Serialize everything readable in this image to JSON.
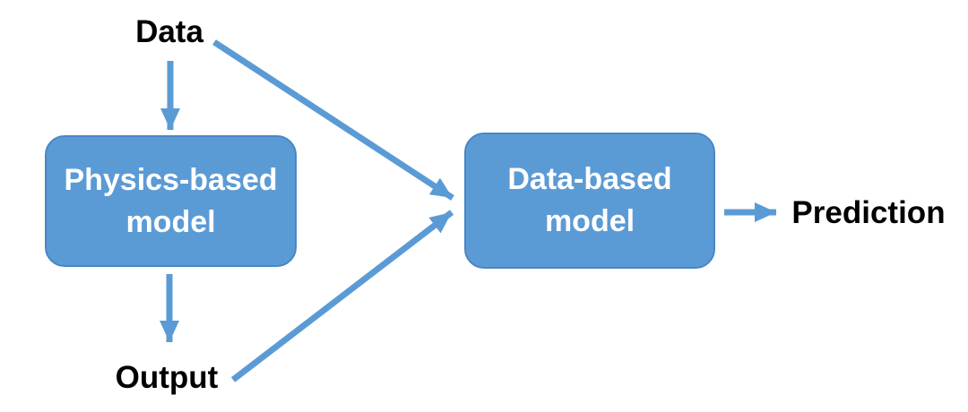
{
  "diagram": {
    "nodes": {
      "data": {
        "label": "Data"
      },
      "physics_model": {
        "label": "Physics-based model"
      },
      "data_model": {
        "label": "Data-based model"
      },
      "output": {
        "label": "Output"
      },
      "prediction": {
        "label": "Prediction"
      }
    },
    "edges": [
      {
        "from": "Data",
        "to": "Physics-based model"
      },
      {
        "from": "Data",
        "to": "Data-based model"
      },
      {
        "from": "Physics-based model",
        "to": "Output"
      },
      {
        "from": "Output",
        "to": "Data-based model"
      },
      {
        "from": "Data-based model",
        "to": "Prediction"
      }
    ],
    "colors": {
      "node_fill": "#5b9bd5",
      "node_border": "#4a86c5",
      "arrow": "#5b9bd5",
      "label_text": "#000000",
      "node_text": "#ffffff",
      "background": "#ffffff"
    }
  }
}
